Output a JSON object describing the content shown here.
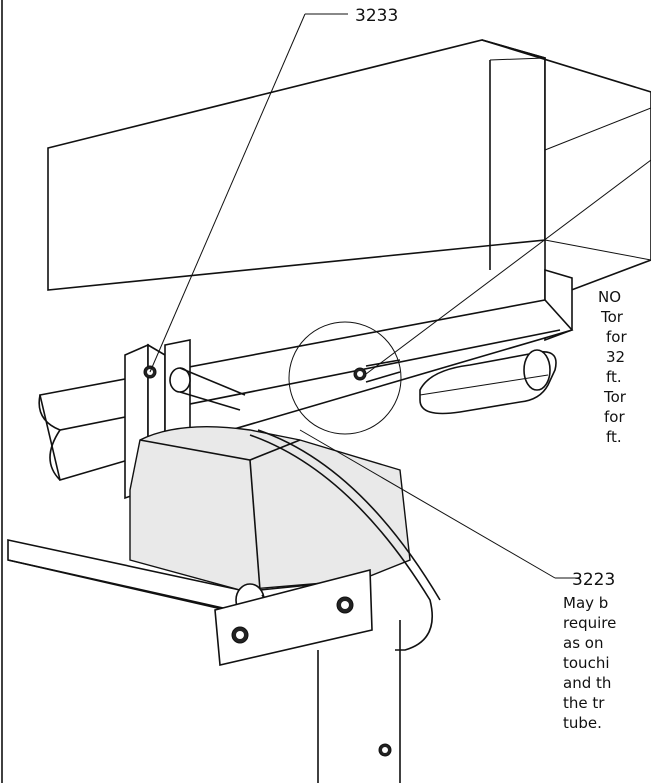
{
  "callouts": {
    "top": "3233",
    "bottom": "3223"
  },
  "note": {
    "lines": [
      "NO",
      "Tor",
      "for",
      "32",
      "ft.",
      "Tor",
      "for",
      "ft."
    ]
  },
  "bottom_note": {
    "lines": [
      "May b",
      "require",
      "as on",
      "touchi",
      "and th",
      "the tr",
      "tube."
    ]
  }
}
